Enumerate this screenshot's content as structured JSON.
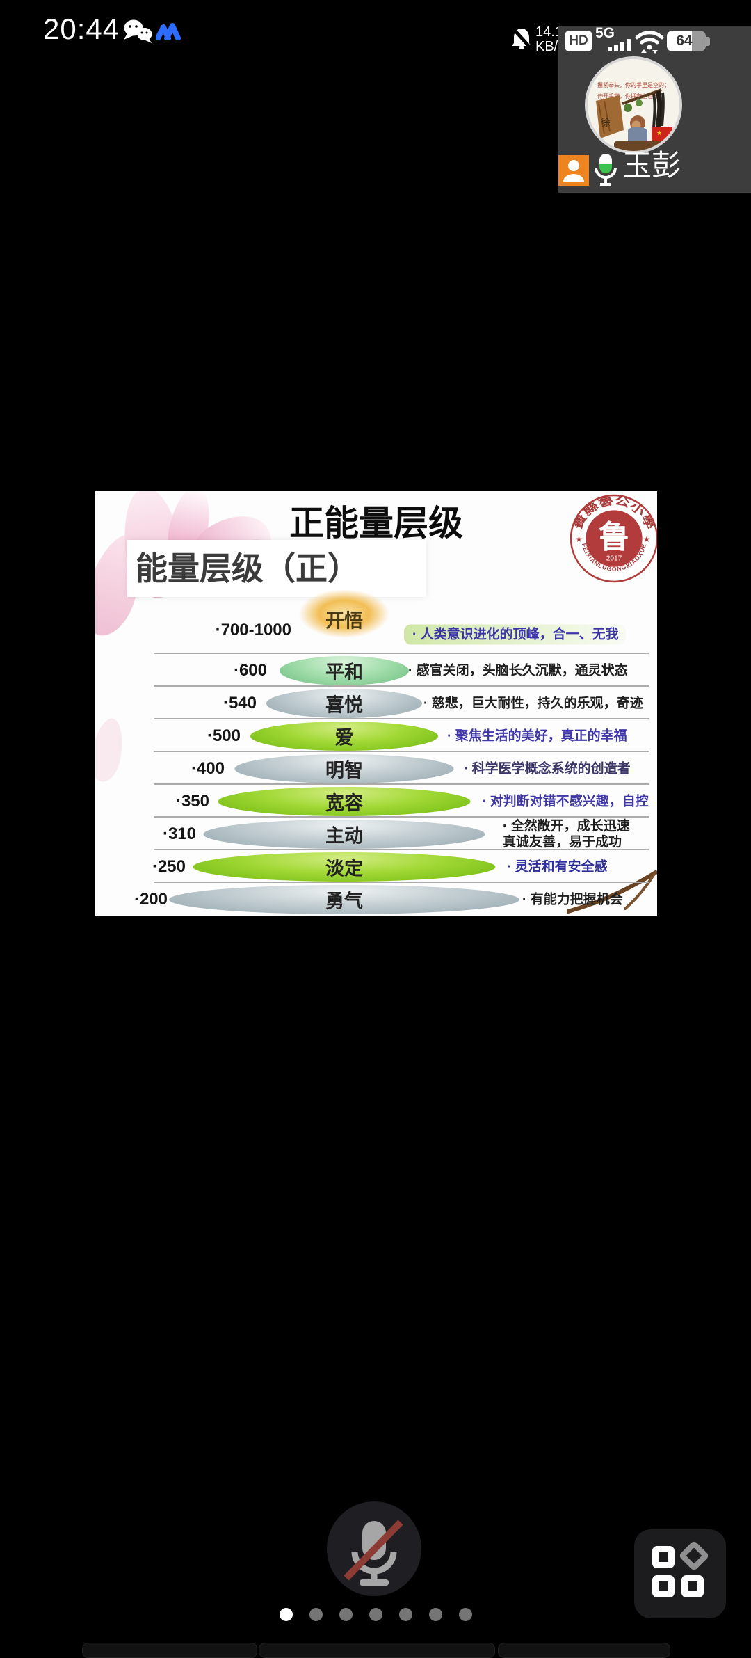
{
  "status_bar": {
    "time": "20:44",
    "speed_line1": "14.1",
    "speed_line2": "KB/s",
    "hd_label": "HD",
    "network_type": "5G",
    "battery_percent": "64"
  },
  "pip": {
    "name": "玉彭",
    "avatar_caption_line1": "握紧拳头，你的手里是空的；",
    "avatar_caption_line2": "伸开手掌，你拥有全世界。",
    "avatar_wood_char": "徐"
  },
  "slide": {
    "title": "正能量层级",
    "subtitle": "能量层级（正）",
    "seal": {
      "arc_top": "費縣魯公小學",
      "arc_bottom": "FEIXIANLUGONGXIAOXUE",
      "center_char": "鲁",
      "year": "2017",
      "star": "★",
      "color": "#b23c3c"
    },
    "levels": [
      {
        "value": "·700-1000",
        "label": "开悟",
        "note": "· 人类意识进化的顶峰，合一、无我",
        "tier": "gold",
        "note_color": "#3b35a8"
      },
      {
        "value": "·600",
        "label": "平和",
        "note": "· 感官关闭，头脑长久沉默，通灵状态",
        "tier": "mint",
        "note_color": "#1e1e1e"
      },
      {
        "value": "·540",
        "label": "喜悦",
        "note": "· 慈悲，巨大耐性，持久的乐观，奇迹",
        "tier": "silver",
        "note_color": "#1e1e1e"
      },
      {
        "value": "·500",
        "label": "爱",
        "note": "· 聚焦生活的美好，真正的幸福",
        "tier": "green",
        "note_color": "#4038a8"
      },
      {
        "value": "·400",
        "label": "明智",
        "note": "· 科学医学概念系统的创造者",
        "tier": "silver",
        "note_color": "#3c3668"
      },
      {
        "value": "·350",
        "label": "宽容",
        "note": "· 对判断对错不感兴趣，自控",
        "tier": "green",
        "note_color": "#3f37a5"
      },
      {
        "value": "·310",
        "label": "主动",
        "note": "· 全然敞开，成长迅速\n真诚友善，易于成功",
        "tier": "silver",
        "note_color": "#1e1e1e"
      },
      {
        "value": "·250",
        "label": "淡定",
        "note": "· 灵活和有安全感",
        "tier": "green",
        "note_color": "#2f2f9a"
      },
      {
        "value": "·200",
        "label": "勇气",
        "note": "· 有能力把握机会",
        "tier": "silver",
        "note_color": "#1e1e1e"
      }
    ]
  },
  "controls": {
    "mic_muted": true,
    "page_dots": {
      "total": 7,
      "active_index": 0
    }
  }
}
